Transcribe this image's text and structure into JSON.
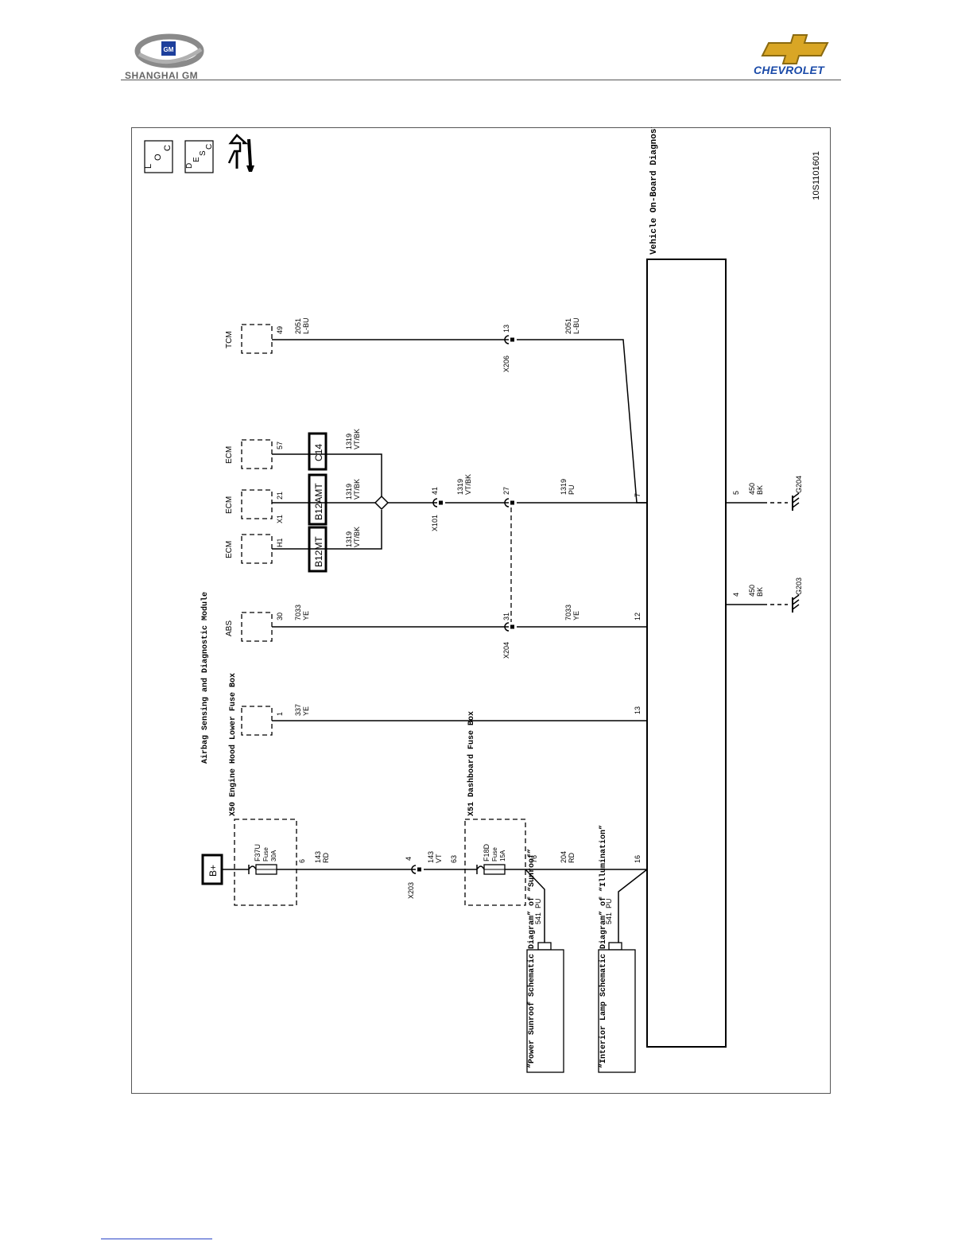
{
  "header": {
    "left_logo_text": "SHANGHAI GM",
    "left_logo_badge": "GM",
    "right_logo_text": "CHEVROLET"
  },
  "diagram": {
    "id_code": "10S1101601",
    "symbols": {
      "loc": "LOC",
      "desc": "DESC"
    },
    "main_system": "Vehicle On-Board Diagnostic System",
    "components": {
      "tcm": "TCM",
      "ecm": "ECM",
      "abs": "ABS",
      "airbag": "Airbag Sensing and Diagnostic Module",
      "x50": "X50 Engine Hood Lower Fuse Box",
      "x51": "X51 Dashboard Fuse Box",
      "b_plus": "B+"
    },
    "variant_tags": [
      "B12MT",
      "B12AMT",
      "C14"
    ],
    "fuses": {
      "f37u": {
        "name": "F37U",
        "type": "Fuse",
        "rating": "30A"
      },
      "f18d": {
        "name": "F18D",
        "type": "Fuse",
        "rating": "15A"
      }
    },
    "connectors": [
      "X206",
      "X101",
      "X204",
      "X203"
    ],
    "references": {
      "sunroof": "“Power Sunroof Schematic Diagram” of “Sunroof”",
      "illumination": "“Interior Lamp Schematic Diagram” of “Illumination”"
    },
    "grounds": [
      "G204",
      "G203"
    ],
    "circuits": {
      "tcm_top": {
        "num": "2051",
        "color": "L-BU",
        "pin": "49"
      },
      "tcm_bot": {
        "num": "2051",
        "color": "L-BU",
        "pin": "13"
      },
      "ecm_c14": {
        "num": "1319",
        "color": "VT/BK",
        "pin": "57"
      },
      "ecm_amt": {
        "num": "1319",
        "color": "VT/BK",
        "pin": "21",
        "conn": "X1"
      },
      "ecm_mt": {
        "num": "1319",
        "color": "VT/BK",
        "pin": "H1"
      },
      "x101": {
        "num": "1319",
        "color": "VT/BK",
        "pin": "41"
      },
      "obd_mid": {
        "num": "1319",
        "color": "PU",
        "pin": "27"
      },
      "abs_top": {
        "num": "7033",
        "color": "YE",
        "pin": "30"
      },
      "abs_bot": {
        "num": "7033",
        "color": "YE",
        "pin": "31"
      },
      "airbag": {
        "num": "337",
        "color": "YE",
        "pin": "1"
      },
      "x50_out": {
        "num": "143",
        "color": "RD",
        "pin": "6"
      },
      "x203": {
        "num": "143",
        "color": "VT",
        "pin": "4"
      },
      "x51_in": {
        "pin": "63"
      },
      "x51_out": {
        "num": "204",
        "color": "RD",
        "pin": "76"
      },
      "sunroof": {
        "num": "541",
        "color": "PU"
      },
      "illum": {
        "num": "541",
        "color": "PU"
      },
      "gnd204": {
        "num": "450",
        "color": "BK",
        "pin": "5"
      },
      "gnd203": {
        "num": "450",
        "color": "BK",
        "pin": "4"
      }
    },
    "obd_pins": {
      "p7": "7",
      "p12": "12",
      "p13": "13",
      "p16": "16"
    }
  }
}
